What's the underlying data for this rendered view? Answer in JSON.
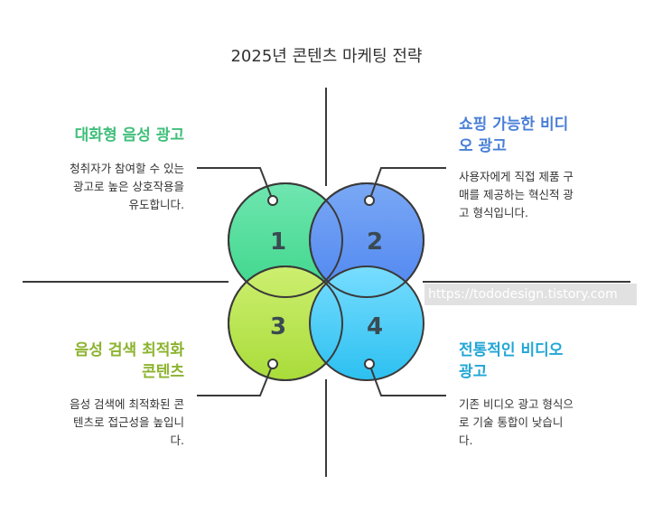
{
  "title": "2025년 콘텐츠 마케팅 전략",
  "colors": {
    "green": "#3fbf7a",
    "blue": "#4a7fd6",
    "olive": "#8cb32e",
    "cyan": "#21a6d6",
    "line": "#3a3a3a"
  },
  "quadrants": [
    {
      "number": "1",
      "heading": "대화형 음성 광고",
      "desc": [
        "청취자가 참여할 수 있는",
        "광고로 높은 상호작용을",
        "유도합니다."
      ]
    },
    {
      "number": "2",
      "heading": [
        "쇼핑 가능한 비디",
        "오 광고"
      ],
      "desc": [
        "사용자에게 직접 제품 구",
        "매를 제공하는 혁신적 광",
        "고 형식입니다."
      ]
    },
    {
      "number": "3",
      "heading": [
        "음성 검색 최적화",
        "콘텐츠"
      ],
      "desc": [
        "음성 검색에 최적화된 콘",
        "텐츠로 접근성을 높입니",
        "다."
      ]
    },
    {
      "number": "4",
      "heading": [
        "전통적인 비디오",
        "광고"
      ],
      "desc": [
        "기존 비디오 광고 형식으",
        "로 기술 통합이 낮습니",
        "다."
      ]
    }
  ],
  "watermark": "https://tododesign.tistory.com"
}
